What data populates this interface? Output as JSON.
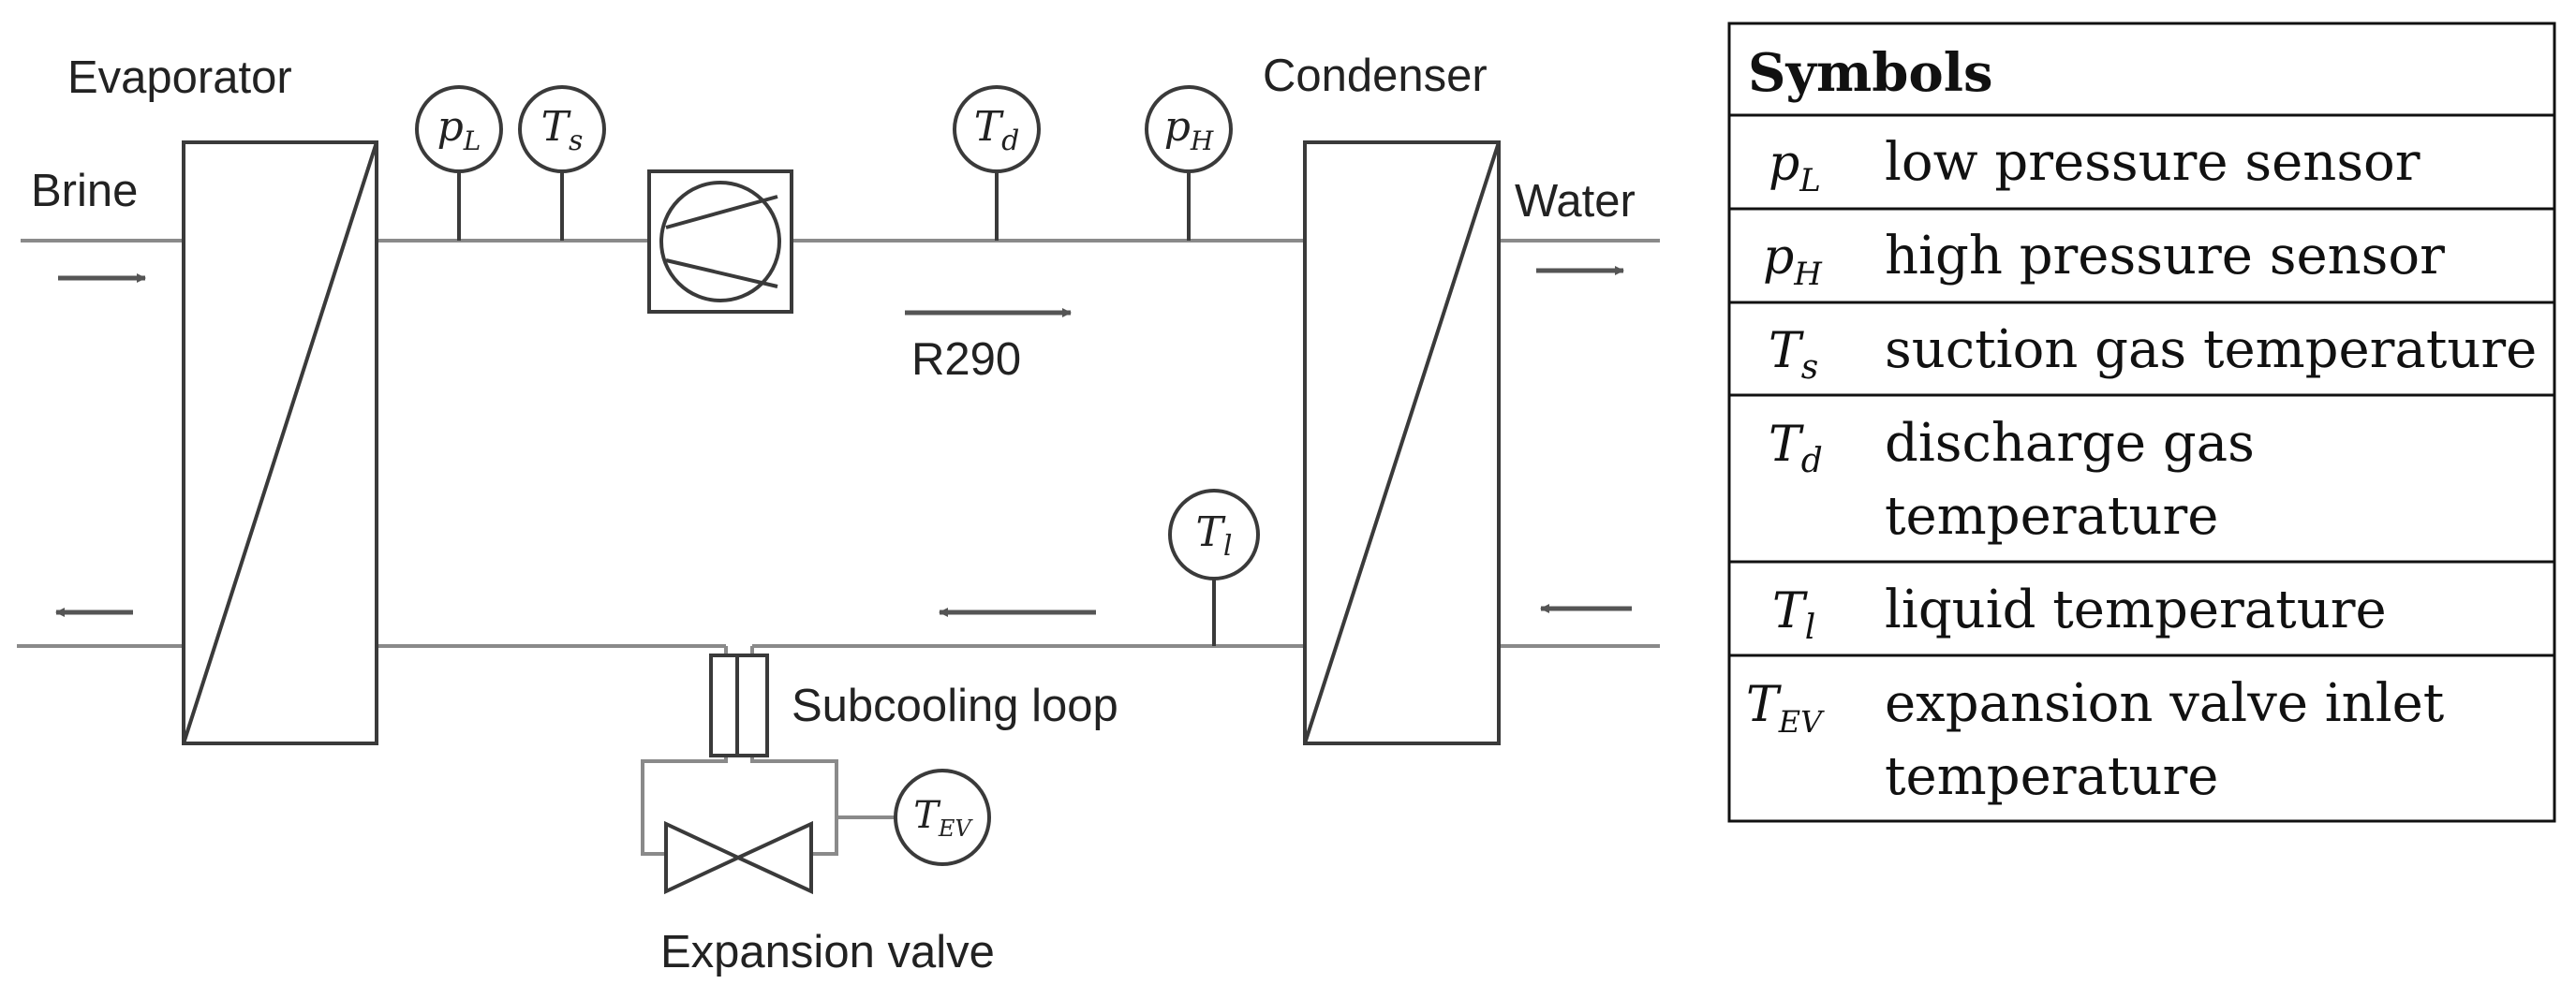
{
  "labels": {
    "evaporator": "Evaporator",
    "condenser": "Condenser",
    "brine": "Brine",
    "water": "Water",
    "refrigerant": "R290",
    "subcooling": "Subcooling loop",
    "expansion_valve": "Expansion valve"
  },
  "sensors": {
    "pL": {
      "base": "p",
      "sub": "L"
    },
    "Ts": {
      "base": "T",
      "sub": "s"
    },
    "Td": {
      "base": "T",
      "sub": "d"
    },
    "pH": {
      "base": "p",
      "sub": "H"
    },
    "Tl": {
      "base": "T",
      "sub": "l"
    },
    "TEV": {
      "base": "T",
      "sub": "EV"
    }
  },
  "legend": {
    "title": "Symbols",
    "rows": [
      {
        "base": "p",
        "sub": "L",
        "lines": [
          "low pressure sensor"
        ]
      },
      {
        "base": "p",
        "sub": "H",
        "lines": [
          "high pressure sensor"
        ]
      },
      {
        "base": "T",
        "sub": "s",
        "lines": [
          "suction gas temperature"
        ]
      },
      {
        "base": "T",
        "sub": "d",
        "lines": [
          "discharge gas",
          "temperature"
        ]
      },
      {
        "base": "T",
        "sub": "l",
        "lines": [
          "liquid temperature"
        ]
      },
      {
        "base": "T",
        "sub": "EV",
        "lines": [
          "expansion valve inlet",
          "temperature"
        ]
      }
    ]
  }
}
